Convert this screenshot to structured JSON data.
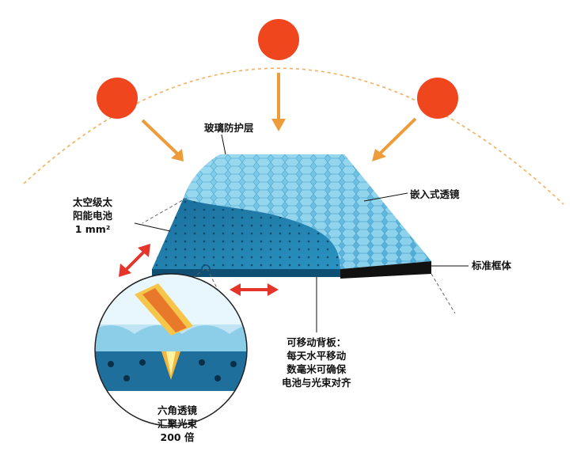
{
  "labels": {
    "glass_layer": "玻璃防护层",
    "solar_cell": [
      "太空级太",
      "阳能电池",
      "1 mm²"
    ],
    "embedded_lens": "嵌入式透镜",
    "standard_frame": "标准框体",
    "movable_backplate": [
      "可移动背板：",
      "每天水平移动",
      "数毫米可确保",
      "电池与光束对齐"
    ],
    "hex_lens": [
      "六角透镜",
      "汇聚光束",
      "200 倍"
    ]
  },
  "colors": {
    "sun": "#f0461e",
    "sun_arrow": "#ee9b3a",
    "arc": "#f0b060",
    "move_arrow": "#e5342a",
    "panel_dark": "#1f7aa8",
    "panel_light": "#7fcbe6",
    "frame": "#111111"
  },
  "icons": [
    "sun-icon",
    "down-arrow-icon",
    "double-arrow-icon"
  ]
}
